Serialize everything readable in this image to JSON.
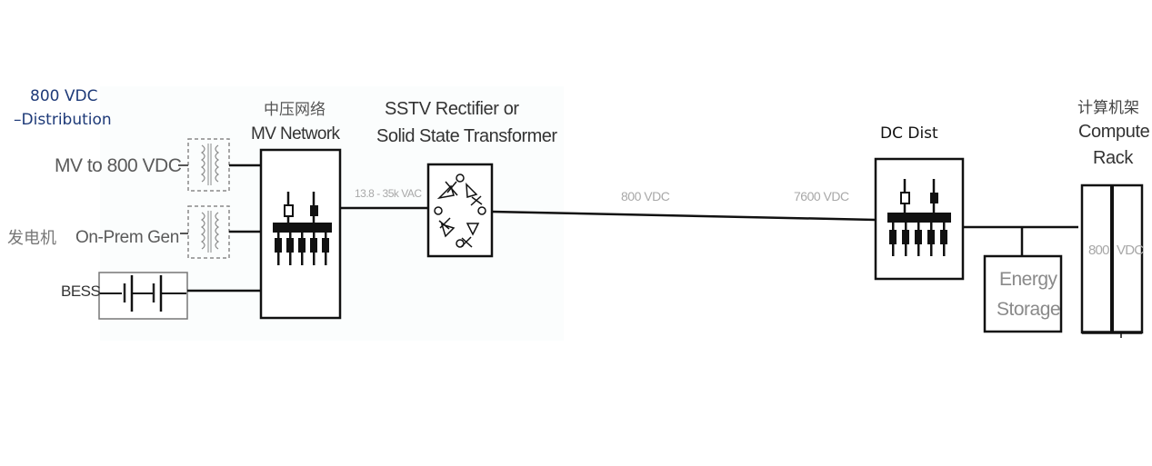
{
  "title": {
    "line1": "800 VDC",
    "line2": "–Distribution"
  },
  "sources": {
    "mv_to_vdc": "MV to 800 VDC",
    "gen_cn": "发电机",
    "gen_en": "On-Prem Gen",
    "bess": "BESS"
  },
  "mv_network": {
    "cn": "中压网络",
    "en": "MV Network"
  },
  "rectifier": {
    "line1": "SSTV Rectifier or",
    "line2": "Solid State Transformer"
  },
  "links": {
    "ac_voltage": "13.8 - 35k VAC",
    "dc_voltage_left": "800 VDC",
    "dc_voltage_right": "7600 VDC"
  },
  "dc_dist": {
    "label": "DC Dist"
  },
  "energy_storage": {
    "line1": "Energy",
    "line2": "Storage"
  },
  "compute_rack": {
    "cn": "计算机架",
    "line1": "Compute",
    "line2": "Rack",
    "left_text": "800",
    "right_text": "VDC"
  },
  "colors": {
    "title": "#1e3a78",
    "line": "#111111",
    "dashed": "#8a8a8a",
    "faint_text": "#a8a8a8"
  }
}
